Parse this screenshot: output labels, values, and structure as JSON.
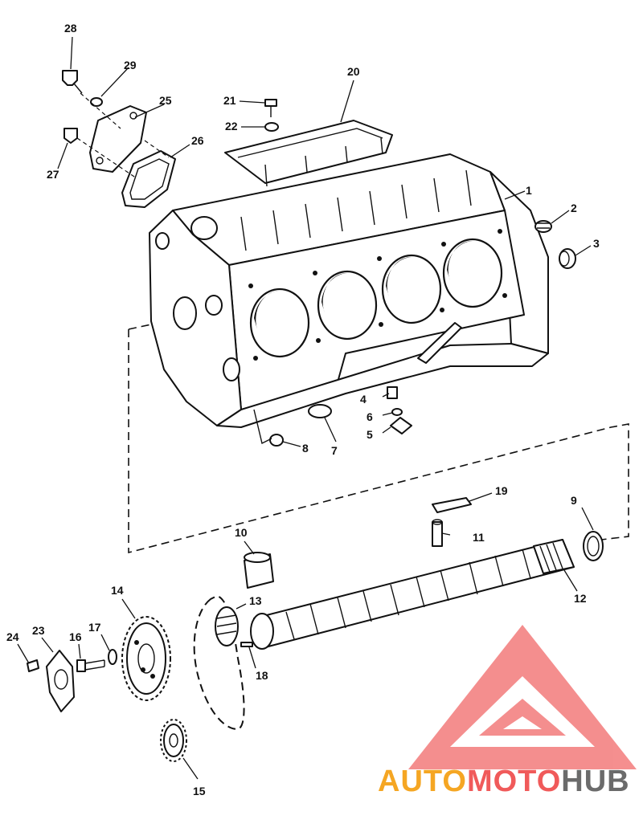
{
  "callouts": [
    {
      "n": "1"
    },
    {
      "n": "2"
    },
    {
      "n": "3"
    },
    {
      "n": "4"
    },
    {
      "n": "5"
    },
    {
      "n": "6"
    },
    {
      "n": "7"
    },
    {
      "n": "8"
    },
    {
      "n": "9"
    },
    {
      "n": "10"
    },
    {
      "n": "11"
    },
    {
      "n": "12"
    },
    {
      "n": "13"
    },
    {
      "n": "14"
    },
    {
      "n": "15"
    },
    {
      "n": "16"
    },
    {
      "n": "17"
    },
    {
      "n": "18"
    },
    {
      "n": "19"
    },
    {
      "n": "20"
    },
    {
      "n": "21"
    },
    {
      "n": "22"
    },
    {
      "n": "23"
    },
    {
      "n": "24"
    },
    {
      "n": "25"
    },
    {
      "n": "26"
    },
    {
      "n": "27"
    },
    {
      "n": "28"
    },
    {
      "n": "29"
    }
  ],
  "watermark": {
    "text_auto": "AUTO",
    "text_moto": "MOTO",
    "text_hub": "HUB",
    "color_red": "#f05a5a",
    "color_orange": "#f5a623",
    "color_gray": "#6b6b6b"
  }
}
